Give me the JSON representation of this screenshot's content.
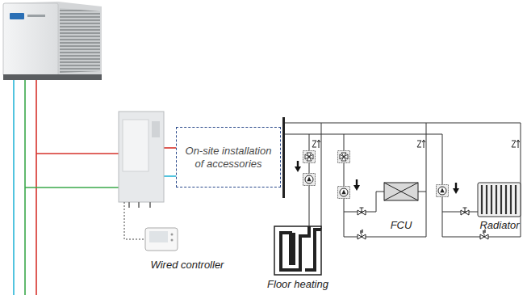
{
  "diagram": {
    "nodes": [
      {
        "text": [
          "On-site installation of accessories"
        ]
      }
    ],
    "labels": [
      "Wired controller",
      "Floor heating",
      "FCU",
      "Radiator"
    ]
  }
}
